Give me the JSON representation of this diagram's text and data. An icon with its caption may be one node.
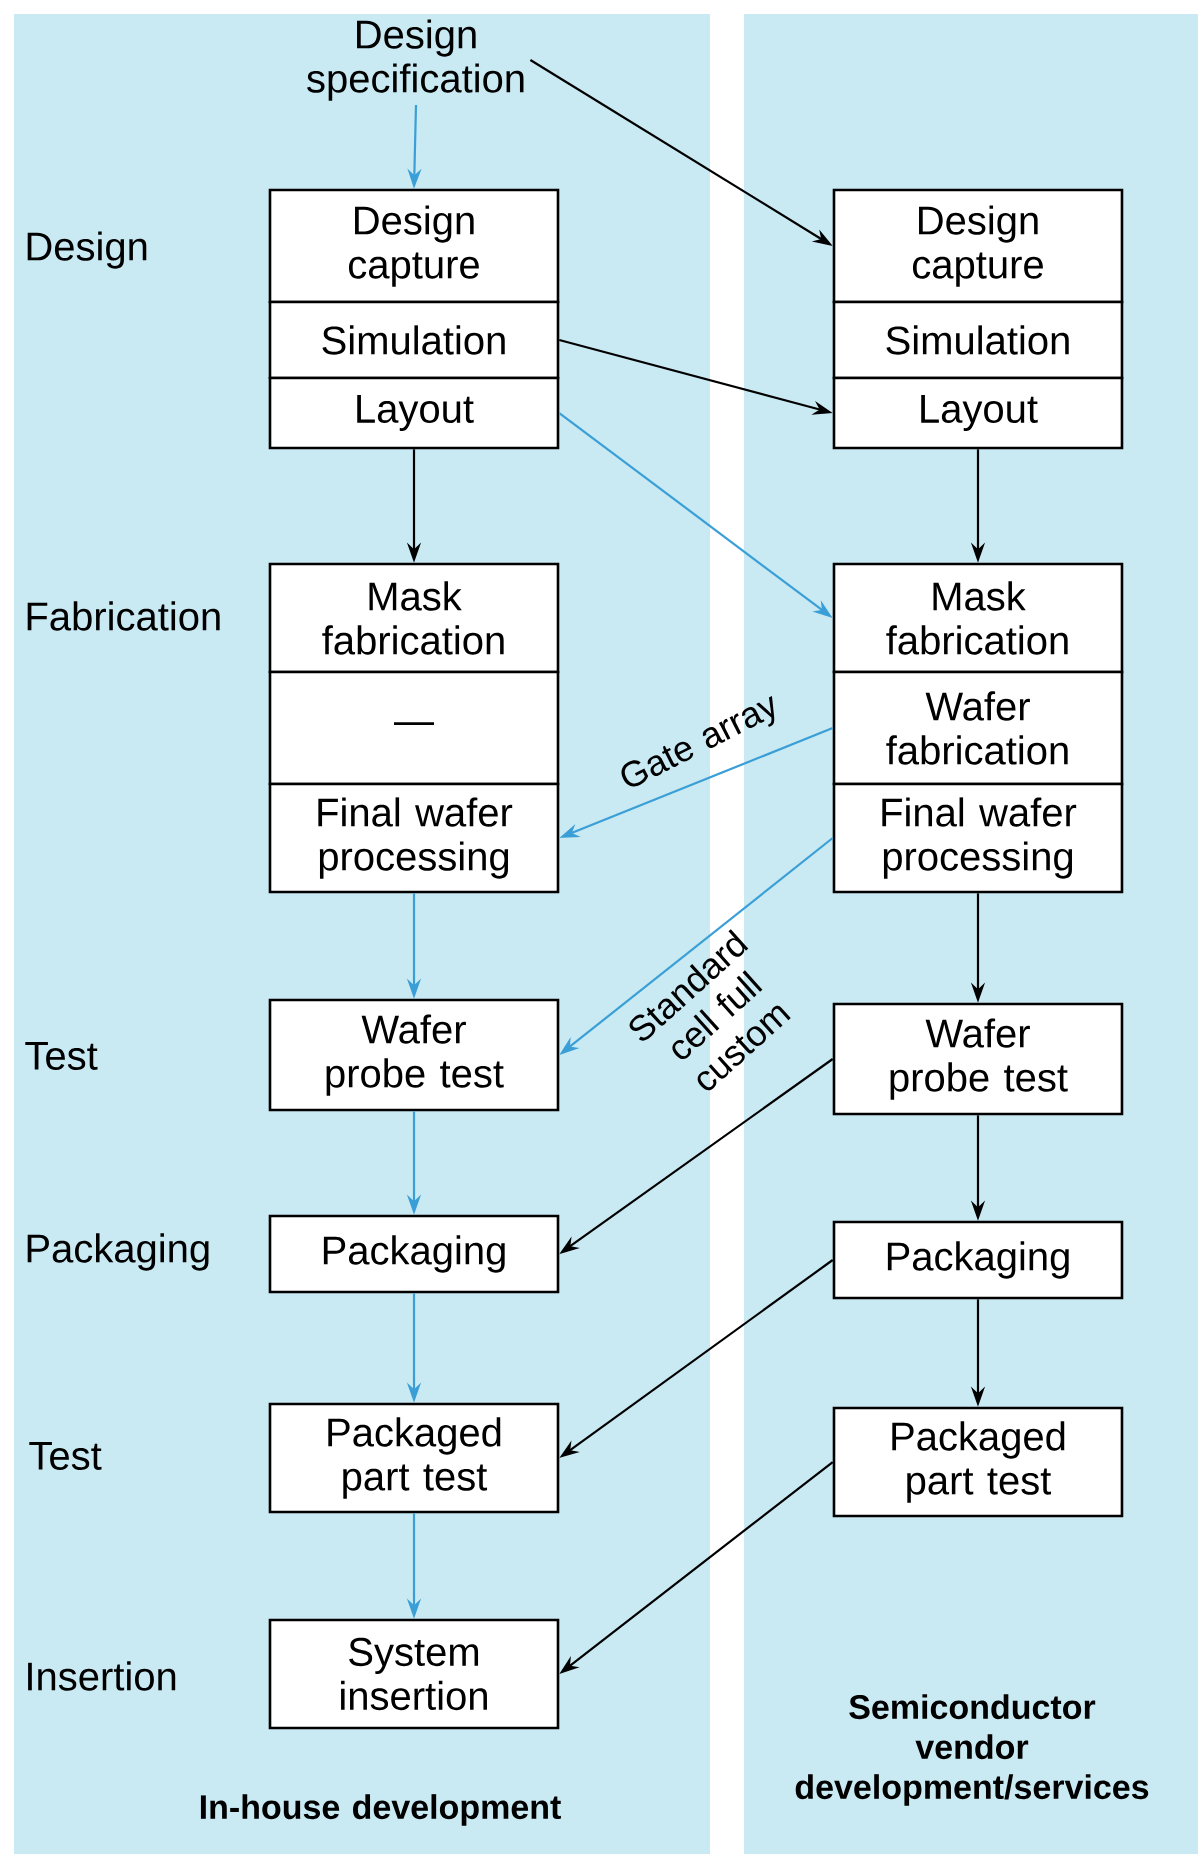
{
  "diagram": {
    "nodes": [
      {
        "text": [
          "In-house development"
        ]
      },
      {
        "text": [
          "Semiconductor vendor development/services"
        ]
      },
      {
        "text": [
          "Design specification"
        ],
        "in": 0
      },
      {
        "text": [
          "Design capture"
        ],
        "in": 0
      },
      {
        "text": [
          "Simulation"
        ],
        "in": 0
      },
      {
        "text": [
          "Layout"
        ],
        "in": 0
      },
      {
        "text": [
          "Design capture"
        ],
        "in": 1
      },
      {
        "text": [
          "Simulation"
        ],
        "in": 1
      },
      {
        "text": [
          "Layout"
        ],
        "in": 1
      },
      {
        "text": [
          "Mask fabrication"
        ],
        "in": 0
      },
      {
        "text": [
          "—"
        ],
        "in": 0
      },
      {
        "text": [
          "Final wafer processing"
        ],
        "in": 0
      },
      {
        "text": [
          "Mask fabrication"
        ],
        "in": 1
      },
      {
        "text": [
          "Wafer fabrication"
        ],
        "in": 1
      },
      {
        "text": [
          "Final wafer processing"
        ],
        "in": 1
      },
      {
        "text": [
          "Wafer probe test"
        ],
        "in": 0
      },
      {
        "text": [
          "Wafer probe test"
        ],
        "in": 1
      },
      {
        "text": [
          "Packaging"
        ],
        "in": 0
      },
      {
        "text": [
          "Packaging"
        ],
        "in": 1
      },
      {
        "text": [
          "Packaged part test"
        ],
        "in": 0
      },
      {
        "text": [
          "Packaged part test"
        ],
        "in": 1
      },
      {
        "text": [
          "System insertion"
        ],
        "in": 0
      }
    ],
    "edges": [
      {
        "from": 2,
        "to": 3,
        "arrow": "to",
        "color": "#3a9fd6"
      },
      {
        "from": 2,
        "to": 6,
        "arrow": "to"
      },
      {
        "from": 4,
        "to": 8,
        "arrow": "to"
      },
      {
        "from": 5,
        "to": 12,
        "arrow": "to",
        "color": "#3a9fd6"
      },
      {
        "from": 5,
        "to": 9,
        "arrow": "to"
      },
      {
        "from": 8,
        "to": 12,
        "arrow": "to"
      },
      {
        "from": 13,
        "to": 11,
        "arrow": "to",
        "color": "#3a9fd6",
        "label": "Gate array"
      },
      {
        "from": 14,
        "to": 15,
        "arrow": "to",
        "color": "#3a9fd6",
        "label": "Standard cell full custom"
      },
      {
        "from": 11,
        "to": 15,
        "arrow": "to",
        "color": "#3a9fd6"
      },
      {
        "from": 14,
        "to": 16,
        "arrow": "to"
      },
      {
        "from": 16,
        "to": 17,
        "arrow": "to"
      },
      {
        "from": 15,
        "to": 17,
        "arrow": "to",
        "color": "#3a9fd6"
      },
      {
        "from": 16,
        "to": 18,
        "arrow": "to"
      },
      {
        "from": 18,
        "to": 19,
        "arrow": "to"
      },
      {
        "from": 17,
        "to": 19,
        "arrow": "to",
        "color": "#3a9fd6"
      },
      {
        "from": 18,
        "to": 20,
        "arrow": "to"
      },
      {
        "from": 20,
        "to": 21,
        "arrow": "to"
      },
      {
        "from": 19,
        "to": 21,
        "arrow": "to",
        "color": "#3a9fd6"
      }
    ],
    "labels": [
      "Design",
      "Fabrication",
      "Test",
      "Packaging",
      "Test",
      "Insertion"
    ]
  }
}
